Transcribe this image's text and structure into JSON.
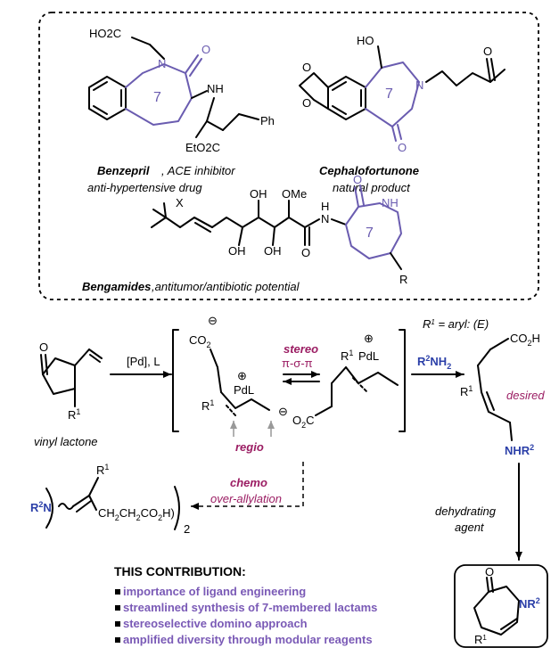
{
  "top_box": {
    "benzepril": {
      "name": "Benzepril",
      "desc": ", ACE inhibitor",
      "desc2": "anti-hypertensive drug",
      "atoms": {
        "ho2c": "HO2C",
        "n": "N",
        "o": "O",
        "nh": "NH",
        "ring": "7",
        "eto2c": "EtO2C",
        "ph": "Ph"
      }
    },
    "cephalofortunone": {
      "name": "Cephalofortunone",
      "desc": "natural product",
      "atoms": {
        "ho": "HO",
        "n": "N",
        "o": "O",
        "ketone_o": "O",
        "ring": "7"
      }
    },
    "bengamides": {
      "name": "Bengamides",
      "desc": ",antitumor/antibiotic potential",
      "atoms": {
        "x": "X",
        "oh1": "OH",
        "ome": "OMe",
        "oh2": "OH",
        "oh3": "OH",
        "o": "O",
        "nh1": "H",
        "n": "N",
        "nh2": "NH",
        "o2": "O",
        "ring": "7",
        "r": "R"
      }
    }
  },
  "scheme": {
    "vinyl_lactone": {
      "label": "vinyl lactone",
      "o": "O",
      "r1": "R1"
    },
    "arrow1_label": "[Pd], L",
    "intermediate1": {
      "co2": "CO2",
      "charge": "⊖",
      "pdl": "PdL",
      "plus": "⊕",
      "r1": "R1",
      "regio": "regio"
    },
    "equilibrium": {
      "stereo": "stereo",
      "pi": "π-σ-π"
    },
    "intermediate2": {
      "pdl": "PdL",
      "plus": "⊕",
      "r1": "R1",
      "o2c": "O2C",
      "charge": "⊖"
    },
    "arrow2_label": "R2NH2",
    "product_note": "R1 = aryl: (E)",
    "product": {
      "co2h": "CO2H",
      "r1": "R1",
      "desired": "desired",
      "nhr2": "NHR2"
    },
    "dehydrating": {
      "line1": "dehydrating",
      "line2": "agent"
    },
    "lactam": {
      "o": "O",
      "nr2": "NR2",
      "r1": "R1"
    },
    "over_allylation": {
      "chemo": "chemo",
      "label": "over-allylation",
      "r2n": "R2N",
      "r1": "R1",
      "chain": "CH2CH2CO2H",
      "sub": "2"
    }
  },
  "contribution": {
    "title": "THIS CONTRIBUTION:",
    "items": [
      "importance of ligand engineering",
      "streamlined synthesis of 7-membered lactams",
      "stereoselective domino approach",
      "amplified diversity through modular reagents"
    ]
  },
  "colors": {
    "purple": "#6a5cb0",
    "magenta": "#9b1d63",
    "blue": "#2b3fa8"
  }
}
